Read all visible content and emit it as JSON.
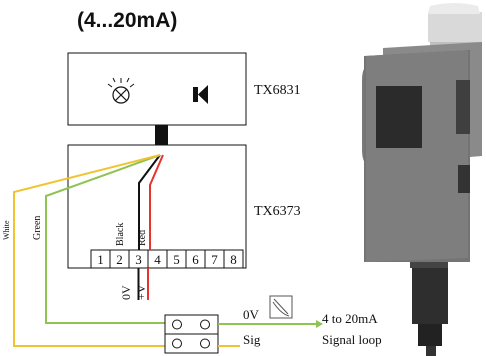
{
  "title": "(4...20mA)",
  "upper_module": {
    "label": "TX6831",
    "icons": [
      "indicator-lamp-icon",
      "sounder-icon"
    ]
  },
  "lower_module": {
    "label": "TX6373"
  },
  "wires": {
    "black": "Black",
    "red": "Red",
    "green": "Green",
    "white": "White"
  },
  "terminals": [
    "1",
    "2",
    "3",
    "4",
    "5",
    "6",
    "7",
    "8"
  ],
  "terminal_labels": {
    "zero_volt": "0V",
    "plus_volt": "+V"
  },
  "junction": {
    "zero_volt": "0V",
    "sig": "Sig",
    "meter_icon": "analog-meter-icon"
  },
  "output": {
    "line1": "4 to 20mA",
    "line2": "Signal loop"
  },
  "colors": {
    "red": "#e8322b",
    "black": "#111111",
    "green": "#8fc352",
    "yellow": "#f3c230"
  }
}
